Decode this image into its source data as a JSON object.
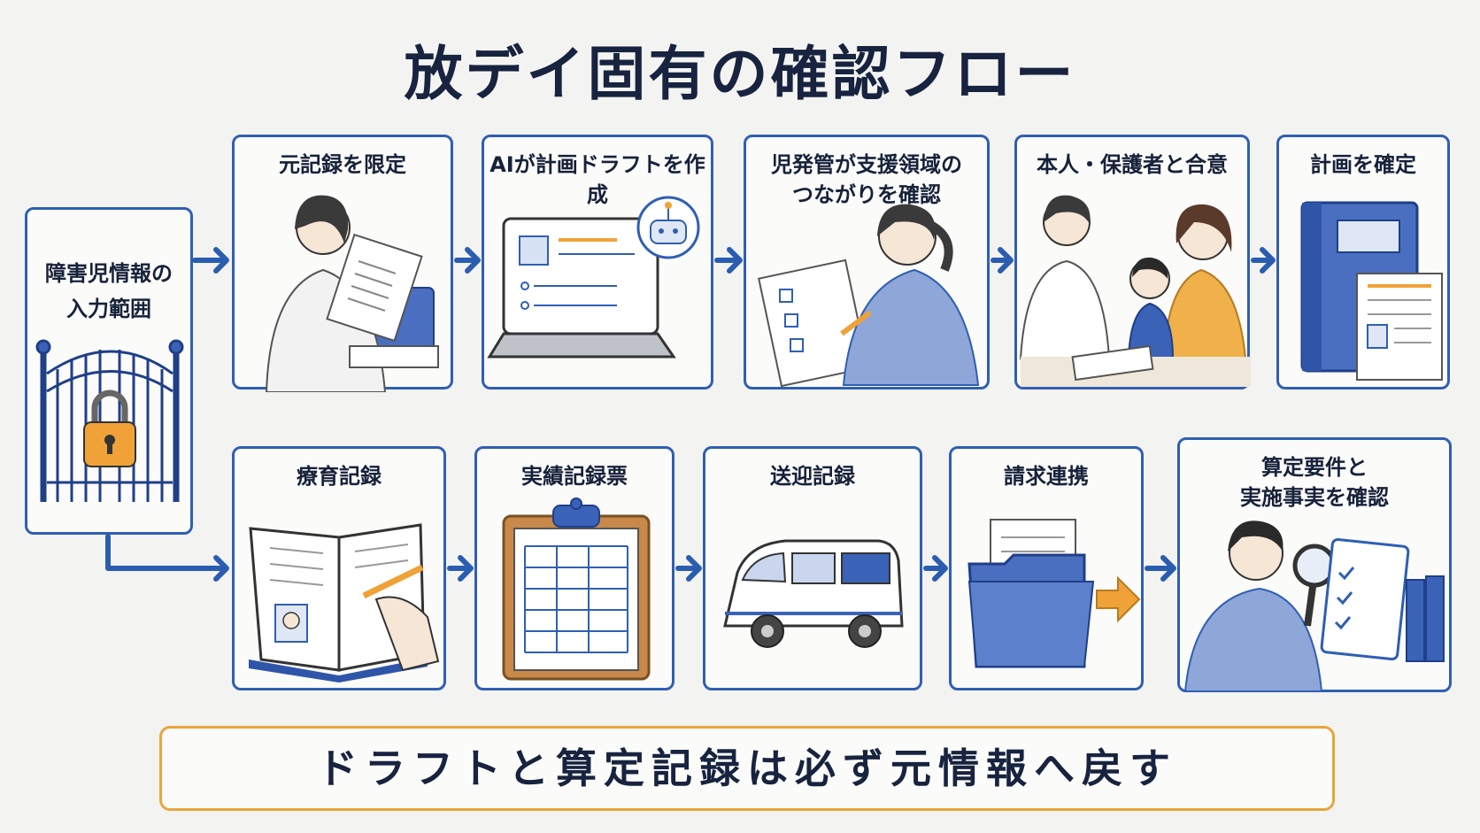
{
  "title": "放デイ固有の確認フロー",
  "source": {
    "label": "障害児情報の\n入力範囲",
    "icon": "locked-gate-icon"
  },
  "top_row": [
    {
      "label": "元記録を限定",
      "icon": "reading-record-icon"
    },
    {
      "label": "AIが計画ドラフトを作成",
      "icon": "laptop-robot-icon"
    },
    {
      "label": "児発管が支援領域の\nつながりを確認",
      "icon": "reviewing-plan-icon"
    },
    {
      "label": "本人・保護者と合意",
      "icon": "family-consent-icon"
    },
    {
      "label": "計画を確定",
      "icon": "binder-document-icon"
    }
  ],
  "bottom_row": [
    {
      "label": "療育記録",
      "icon": "notebook-writing-icon"
    },
    {
      "label": "実績記録票",
      "icon": "clipboard-table-icon"
    },
    {
      "label": "送迎記録",
      "icon": "van-icon"
    },
    {
      "label": "請求連携",
      "icon": "folder-arrow-icon"
    },
    {
      "label": "算定要件と\n実施事実を確認",
      "icon": "magnifier-check-icon"
    }
  ],
  "footer": "ドラフトと算定記録は必ず元情報へ戻す",
  "colors": {
    "box_border": "#2f5fb3",
    "arrow": "#2a5db0",
    "footer_border": "#e9a53b",
    "accent_orange": "#f0a238"
  }
}
